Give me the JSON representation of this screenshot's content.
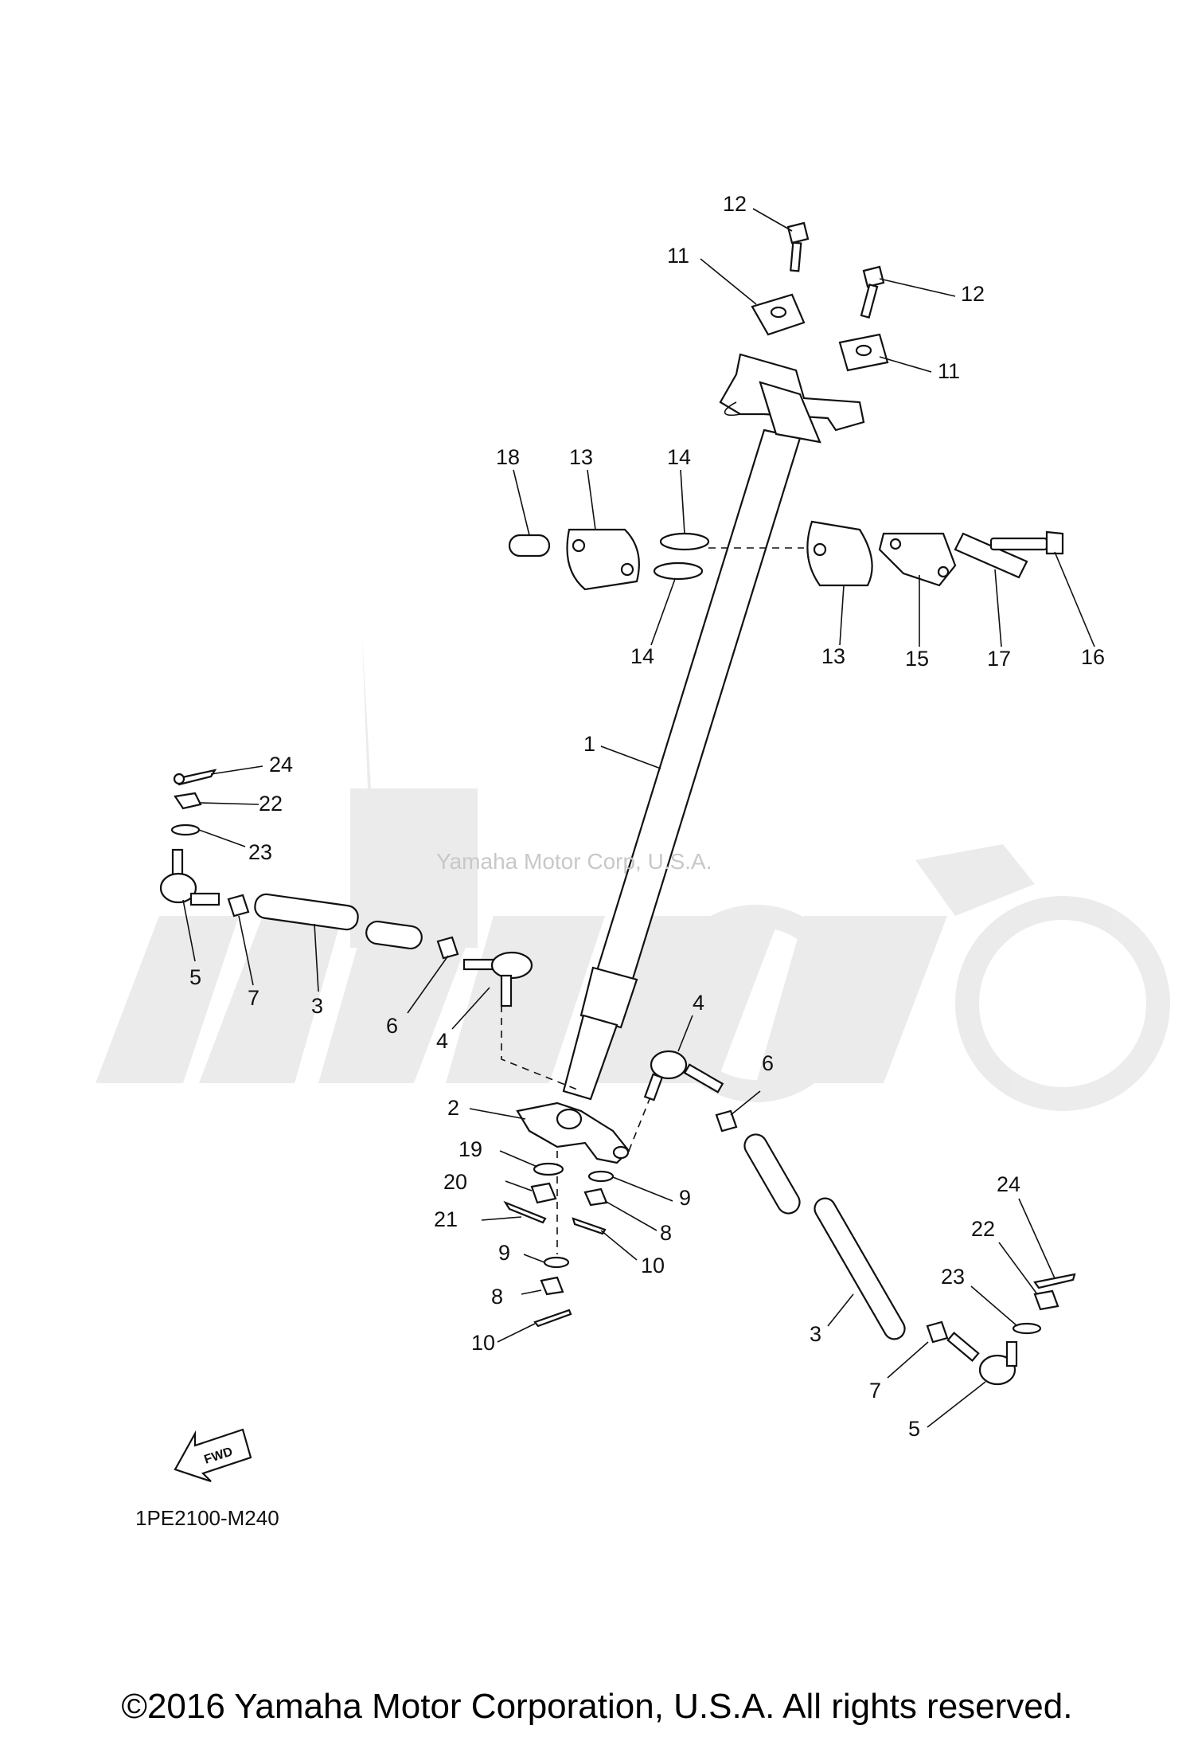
{
  "watermark": {
    "small_text": "Yamaha Motor Corp, U.S.A.",
    "logo_name": "watermark-logo"
  },
  "diagram_code": "1PE2100-M240",
  "fwd_label": "FWD",
  "copyright": "©2016 Yamaha Motor Corporation, U.S.A. All rights reserved.",
  "callouts": {
    "c12a": "12",
    "c12b": "12",
    "c11a": "11",
    "c11b": "11",
    "c18": "18",
    "c13a": "13",
    "c14a": "14",
    "c14b": "14",
    "c13b": "13",
    "c15": "15",
    "c17": "17",
    "c16": "16",
    "c1": "1",
    "c24a": "24",
    "c22a": "22",
    "c23a": "23",
    "c5a": "5",
    "c7a": "7",
    "c3a": "3",
    "c6a": "6",
    "c4a": "4",
    "c4b": "4",
    "c6b": "6",
    "c2": "2",
    "c19": "19",
    "c20": "20",
    "c21": "21",
    "c9a": "9",
    "c8a": "8",
    "c10a": "10",
    "c9b": "9",
    "c8b": "8",
    "c10b": "10",
    "c24b": "24",
    "c22b": "22",
    "c23b": "23",
    "c3b": "3",
    "c7b": "7",
    "c5b": "5"
  }
}
